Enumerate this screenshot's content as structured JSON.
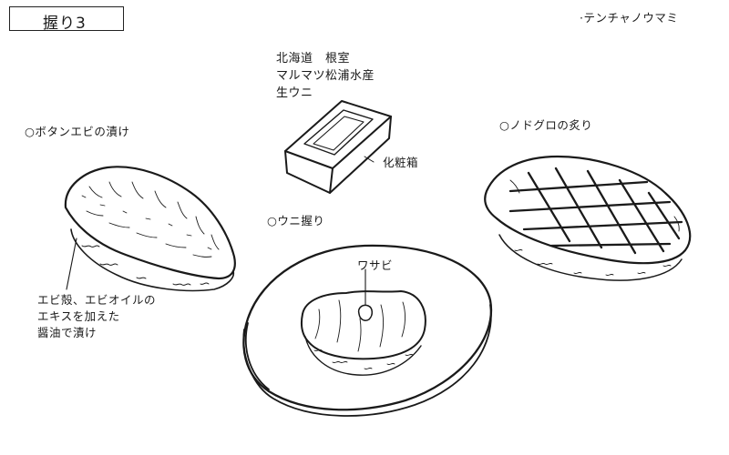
{
  "title": "握り3",
  "chef": "·テンチャノウマミ",
  "uni_box": {
    "lines": [
      "北海道　根室",
      "マルマツ松浦水産",
      "生ウニ"
    ],
    "box_label": "化粧箱"
  },
  "items": {
    "botan_ebi": {
      "label": "○ボタンエビの漬け",
      "note_lines": [
        "エビ殻、エビオイルの",
        "エキスを加えた",
        "醤油で漬け"
      ]
    },
    "uni_nigiri": {
      "label": "○ウニ握り",
      "wasabi": "ワサビ"
    },
    "nodoguro": {
      "label": "○ノドグロの炙り"
    }
  }
}
